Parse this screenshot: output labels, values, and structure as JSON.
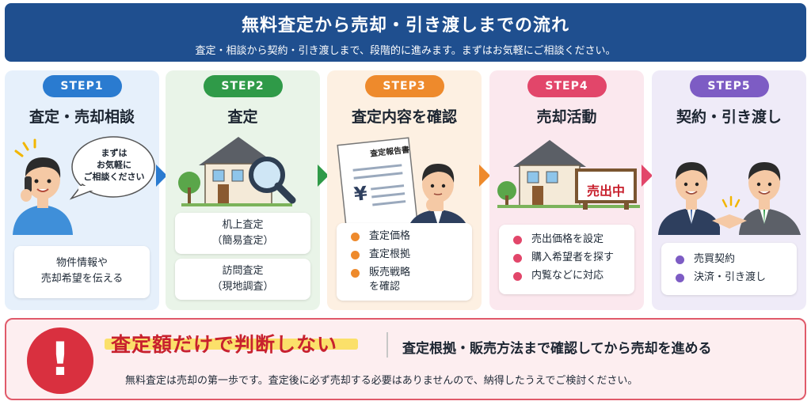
{
  "header": {
    "title": "無料査定から売却・引き渡しまでの流れ",
    "subtitle": "査定・相談から契約・引き渡しまで、段階的に進みます。まずはお気軽にご相談ください。"
  },
  "steps": [
    {
      "label": "STEP1",
      "title": "査定・売却相談",
      "bubble": [
        "まずは",
        "お気軽に",
        "ご相談ください"
      ],
      "box": [
        "物件情報や",
        "売却希望を伝える"
      ],
      "color": "#2a7bd0"
    },
    {
      "label": "STEP2",
      "title": "査定",
      "boxes": [
        [
          "机上査定",
          "（簡易査定）"
        ],
        [
          "訪問査定",
          "（現地調査）"
        ]
      ],
      "color": "#2f9a48"
    },
    {
      "label": "STEP3",
      "title": "査定内容を確認",
      "doc_title": "査定報告書",
      "doc_symbol": "¥",
      "items": [
        "査定価格",
        "査定根拠",
        "販売戦略",
        "を確認"
      ],
      "color": "#ee8a2c"
    },
    {
      "label": "STEP4",
      "title": "売却活動",
      "sign": "売出中",
      "items": [
        "売出価格を設定",
        "購入希望者を探す",
        "内覧などに対応"
      ],
      "color": "#e2466a"
    },
    {
      "label": "STEP5",
      "title": "契約・引き渡し",
      "items": [
        "売買契約",
        "決済・引き渡し"
      ],
      "color": "#7d5cc4"
    }
  ],
  "notice": {
    "icon": "exclamation-icon",
    "mark": "!",
    "title": "査定額だけで判断しない",
    "headline": "査定根拠・販売方法まで確認してから売却を進める",
    "note": "無料査定は売却の第一歩です。査定後に必ず売却する必要はありませんので、納得したうえでご検討ください。"
  }
}
